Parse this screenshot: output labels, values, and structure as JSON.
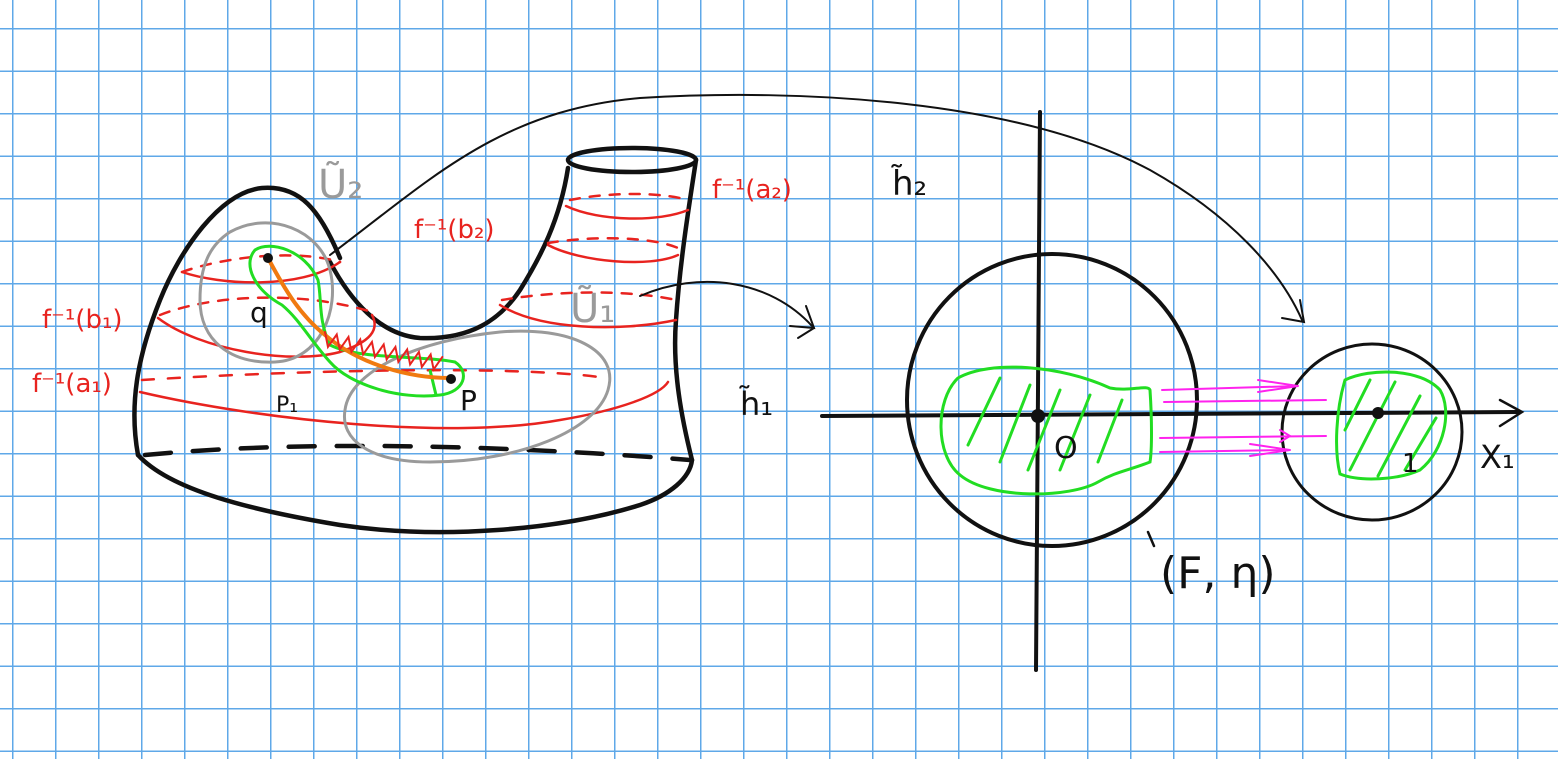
{
  "labels": {
    "level_b1": "f⁻¹(b₁)",
    "level_a1": "f⁻¹(a₁)",
    "level_b2": "f⁻¹(b₂)",
    "level_a2": "f⁻¹(a₂)",
    "point_q": "q",
    "point_p": "P",
    "point_p1": "P₁",
    "nbhd_u2": "Ũ₂",
    "nbhd_u1": "Ũ₁",
    "map_h1": "h̃₁",
    "map_h2": "h̃₂",
    "origin": "O",
    "one": "1",
    "axis_x1": "X₁",
    "pair_f_eta": "(F, η)"
  },
  "colors": {
    "grid": "#5fa8e8",
    "ink": "#111111",
    "level_sets": "#e8231f",
    "neighbourhood": "#9a9a9a",
    "green_region": "#22dd22",
    "path": "#f07a10",
    "flow_arrows": "#ff22ee"
  }
}
